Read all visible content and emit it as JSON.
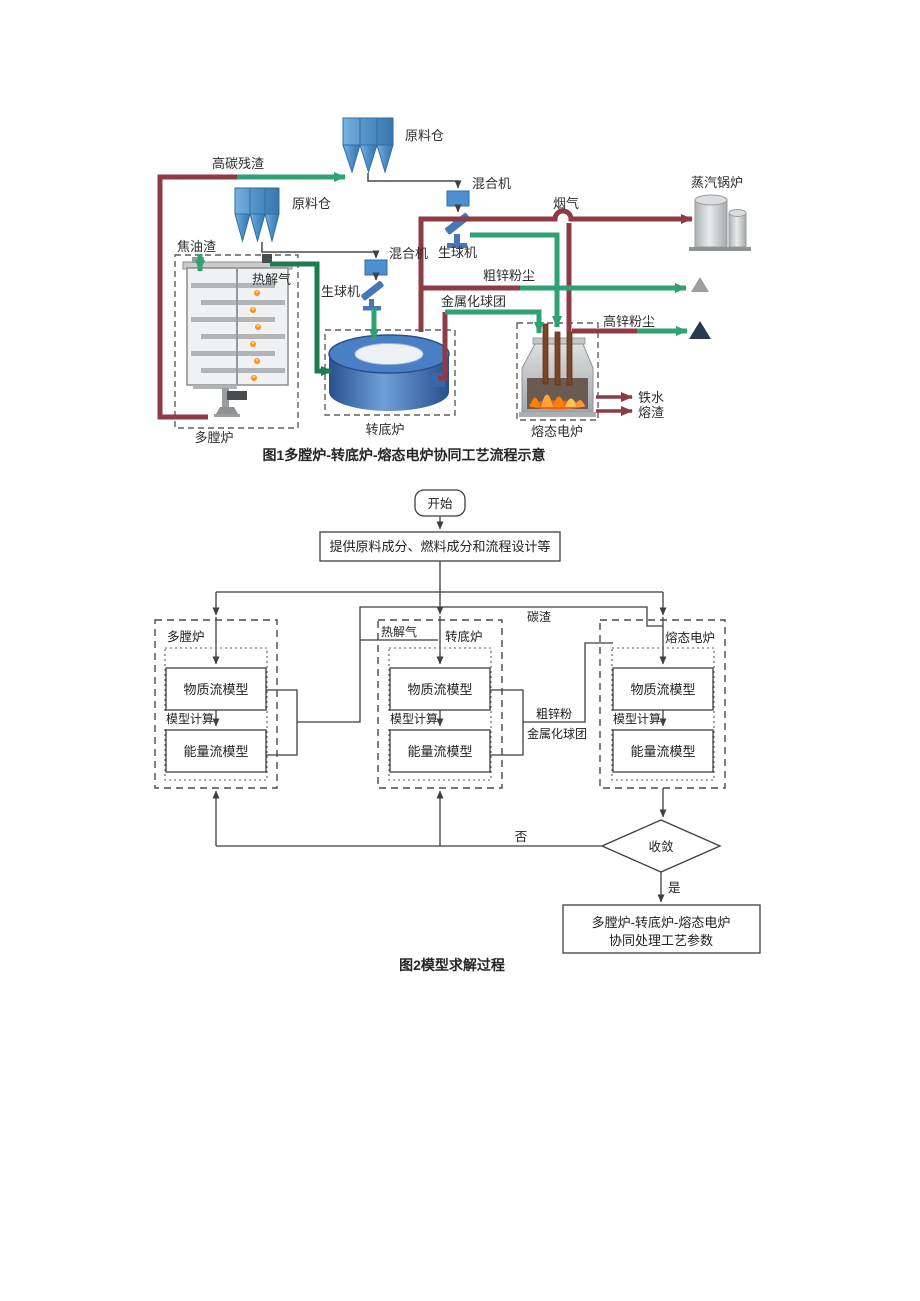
{
  "figure1": {
    "caption": "图1多膛炉-转底炉-熔态电炉协同工艺流程示意",
    "labels": {
      "high_carbon_residue": "高碳残渣",
      "raw_material_bin_top": "原料仓",
      "raw_material_bin_left": "原料仓",
      "tar_residue": "焦油渣",
      "pyrolysis_gas": "热解气",
      "mixer_top": "混合机",
      "mixer_left": "混合机",
      "pelletizer_top": "生球机",
      "pelletizer_left": "生球机",
      "flue_gas": "烟气",
      "steam_boiler": "蒸汽锅炉",
      "coarse_zinc_dust": "粗锌粉尘",
      "metallized_pellets": "金属化球团",
      "high_zinc_dust": "高锌粉尘",
      "molten_iron": "铁水",
      "molten_slag": "熔渣",
      "multi_hearth_furnace": "多膛炉",
      "rotary_hearth_furnace": "转底炉",
      "molten_electric_furnace": "熔态电炉"
    },
    "colors": {
      "pipe_red": "#8e3b46",
      "pipe_green": "#2fa273",
      "pipe_dark_green": "#1f7a50",
      "equipment_blue": "#4a8ec2",
      "line_black": "#4a4a4a"
    }
  },
  "figure2": {
    "caption": "图2模型求解过程",
    "start": "开始",
    "provide": "提供原料成分、燃料成分和流程设计等",
    "blocks": [
      {
        "title": "多膛炉",
        "calc": "模型计算",
        "material": "物质流模型",
        "energy": "能量流模型"
      },
      {
        "title": "转底炉",
        "calc": "模型计算",
        "material": "物质流模型",
        "energy": "能量流模型"
      },
      {
        "title": "熔态电炉",
        "calc": "模型计算",
        "material": "物质流模型",
        "energy": "能量流模型"
      }
    ],
    "edges": {
      "pyrolysis_gas": "热解气",
      "carbon_slag": "碳渣",
      "coarse_zinc_powder": "粗锌粉",
      "metallized_pellets": "金属化球团",
      "no": "否",
      "yes": "是"
    },
    "decision": "收敛",
    "result_line1": "多膛炉-转底炉-熔态电炉",
    "result_line2": "协同处理工艺参数"
  }
}
